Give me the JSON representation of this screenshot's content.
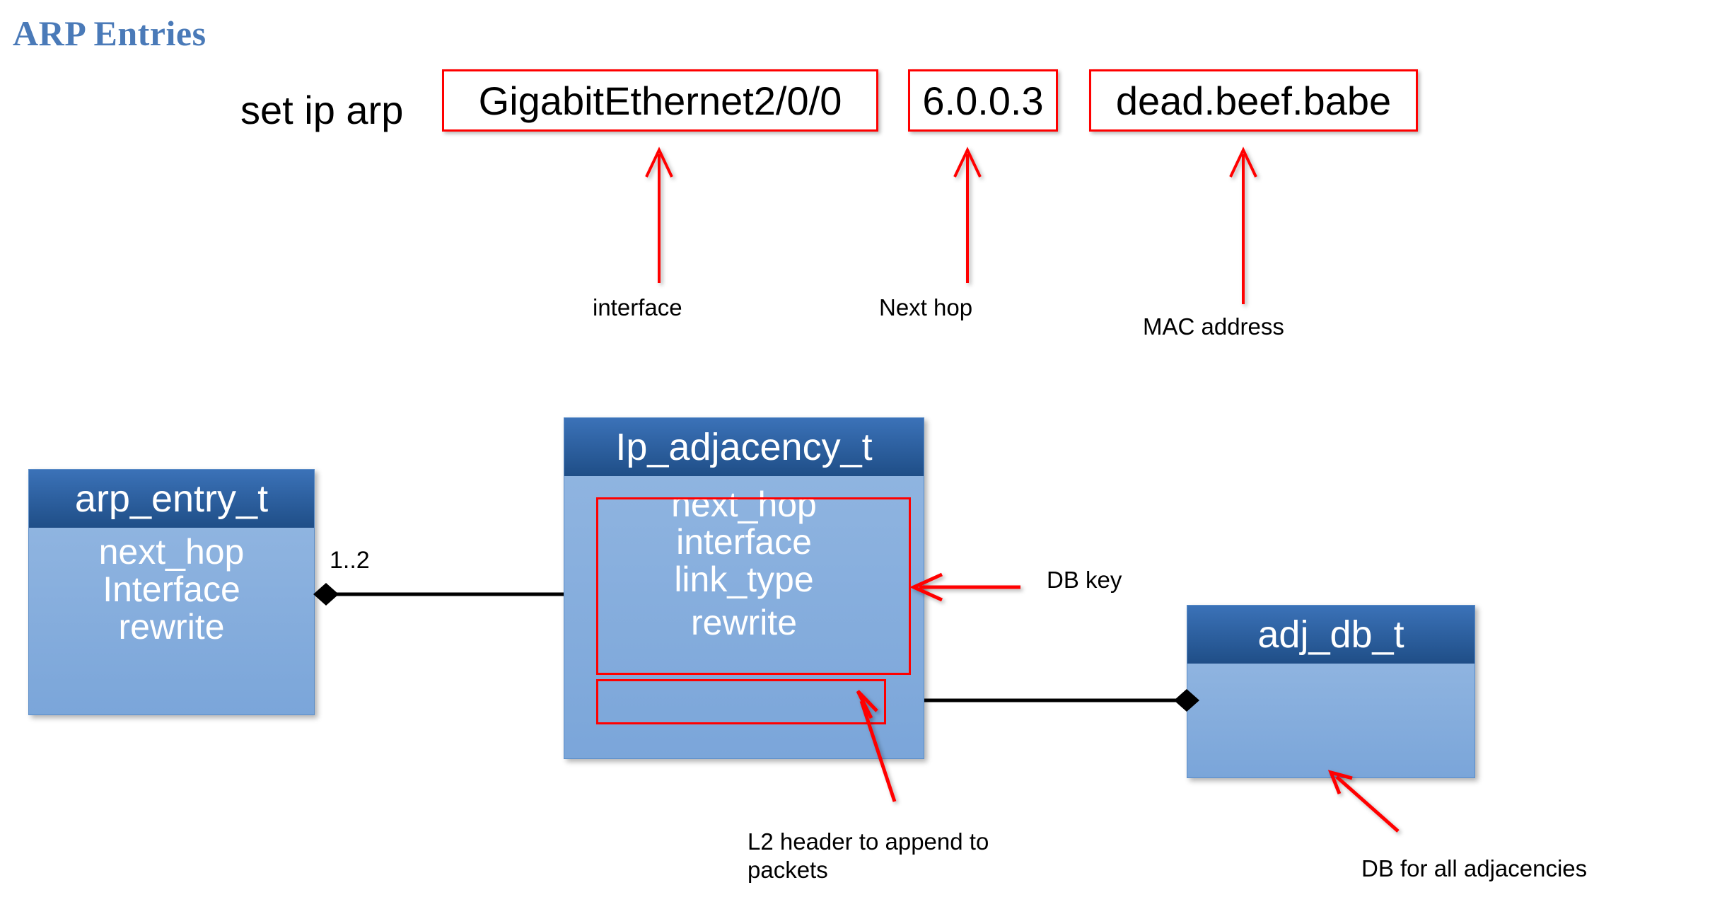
{
  "slide": {
    "title": "ARP Entries",
    "title_color": "#4A7AB8",
    "background": "#ffffff"
  },
  "command": {
    "prefix": "set ip arp",
    "boxes": [
      {
        "value": "GigabitEthernet2/0/0",
        "annotation": "interface"
      },
      {
        "value": "6.0.0.3",
        "annotation": "Next hop"
      },
      {
        "value": "dead.beef.babe",
        "annotation": "MAC address"
      }
    ],
    "box_border_color": "#FF0000"
  },
  "diagram": {
    "classes": [
      {
        "name": "arp_entry_t",
        "fields": [
          "next_hop",
          "Interface",
          "rewrite"
        ]
      },
      {
        "name": "Ip_adjacency_t",
        "fields": [
          "next_hop",
          "interface",
          "link_type",
          "rewrite"
        ]
      },
      {
        "name": "adj_db_t",
        "fields": []
      }
    ],
    "multiplicity": "1..2",
    "annotations": [
      {
        "text": "DB key"
      },
      {
        "text": "L2 header to append to packets"
      },
      {
        "text": "DB for all adjacencies"
      }
    ],
    "colors": {
      "header_top": "#3B72B8",
      "header_bottom": "#1F4E87",
      "body": "#7FA9DB",
      "border": "#5B8DC8",
      "highlight": "#FF0000",
      "connector": "#000000"
    }
  }
}
